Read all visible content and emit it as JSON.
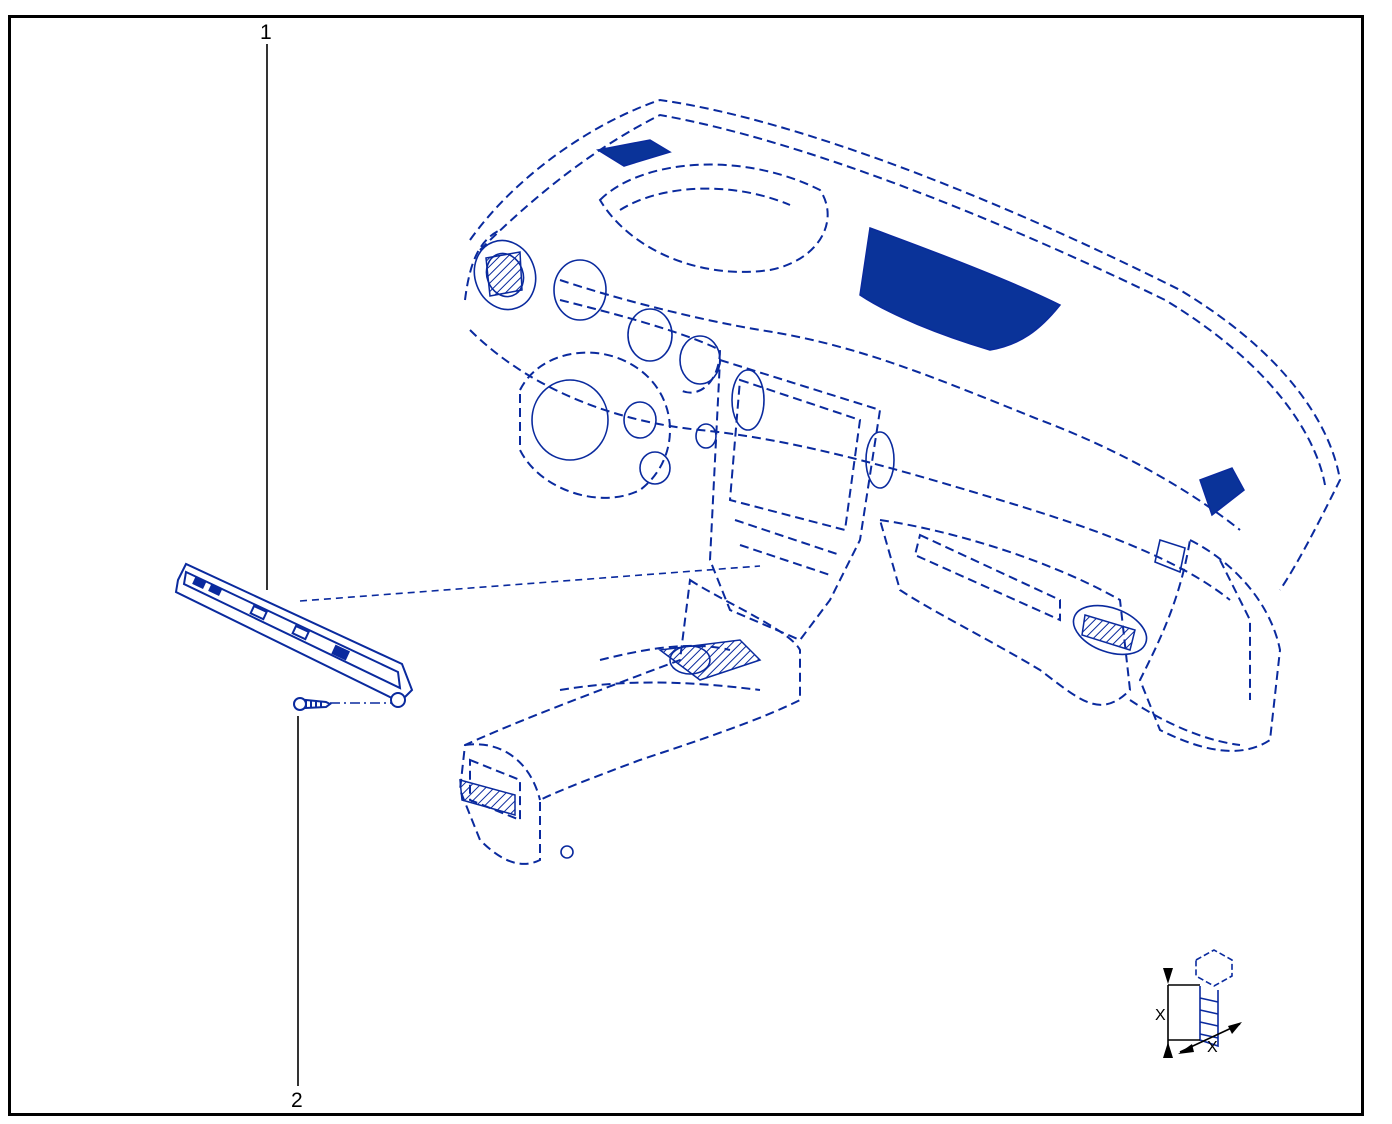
{
  "diagram": {
    "callouts": [
      {
        "id": "1"
      },
      {
        "id": "2"
      }
    ],
    "fastener_dimension_label": "X",
    "colors": {
      "line": "#0a2a9e",
      "fill": "#0a3399",
      "frame": "#000000",
      "background": "#ffffff"
    }
  }
}
